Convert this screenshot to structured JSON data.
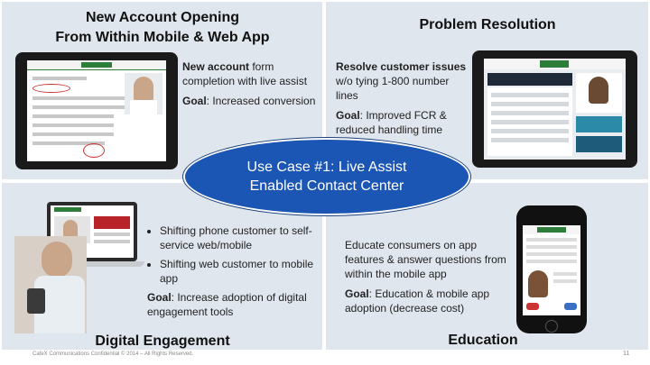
{
  "quadrants": {
    "new_account": {
      "title_line1": "New Account Opening",
      "title_line2": "From Within Mobile & Web App",
      "desc_bold": "New account",
      "desc_rest": " form completion with live assist",
      "goal_label": "Goal",
      "goal_text": ": Increased conversion"
    },
    "problem_resolution": {
      "title": "Problem Resolution",
      "desc_bold": "Resolve customer issues",
      "desc_rest": " w/o tying 1-800 number lines",
      "goal_label": "Goal",
      "goal_text": ": Improved FCR & reduced handling time"
    },
    "digital_engagement": {
      "title": "Digital Engagement",
      "bullets": [
        "Shifting phone customer to self-service web/mobile",
        "Shifting web customer to mobile app"
      ],
      "goal_label": "Goal",
      "goal_text": ": Increase adoption of digital engagement tools"
    },
    "education": {
      "title": "Education",
      "desc": "Educate consumers on app features & answer questions from within the mobile app",
      "goal_label": "Goal",
      "goal_text": ": Education & mobile app adoption (decrease cost)"
    }
  },
  "center": {
    "line1": "Use Case #1: Live Assist",
    "line2": "Enabled Contact Center"
  },
  "footer": "CafeX Communications Confidential © 2014 – All Rights Reserved.",
  "page_number": "11",
  "colors": {
    "quad_bg": "#dfe6ee",
    "oval": "#1c56b4"
  }
}
